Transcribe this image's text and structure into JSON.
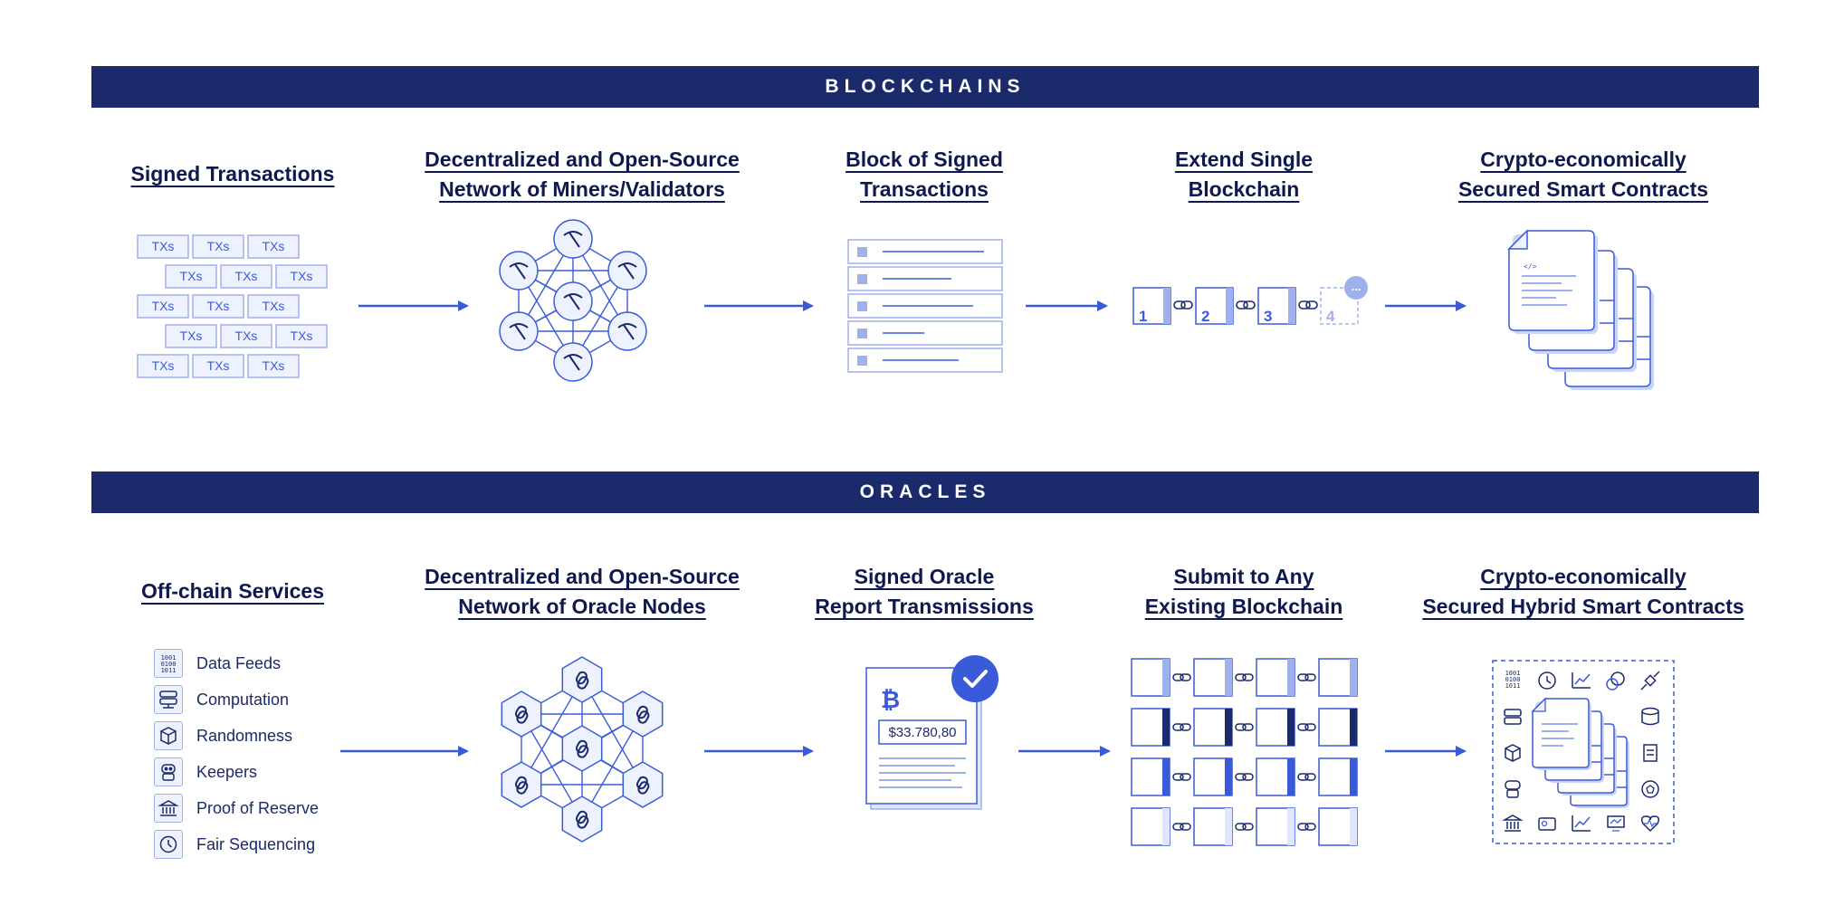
{
  "bands": {
    "blockchains": "BLOCKCHAINS",
    "oracles": "ORACLES"
  },
  "blockchains": {
    "steps": [
      "Signed Transactions",
      "Decentralized and Open-Source\nNetwork of Miners/Validators",
      "Block of Signed\nTransactions",
      "Extend Single\nBlockchain",
      "Crypto-economically\nSecured Smart Contracts"
    ],
    "tx_label": "TXs",
    "chain_blocks": [
      "1",
      "2",
      "3",
      "4"
    ],
    "pending_badge": "..."
  },
  "oracles": {
    "steps": [
      "Off-chain Services",
      "Decentralized and Open-Source\nNetwork of Oracle Nodes",
      "Signed Oracle\nReport Transmissions",
      "Submit to Any\nExisting Blockchain",
      "Crypto-economically\nSecured Hybrid Smart Contracts"
    ],
    "services": [
      {
        "label": "Data Feeds",
        "icon": "binary-icon"
      },
      {
        "label": "Computation",
        "icon": "server-icon"
      },
      {
        "label": "Randomness",
        "icon": "cube-icon"
      },
      {
        "label": "Keepers",
        "icon": "robot-icon"
      },
      {
        "label": "Proof of Reserve",
        "icon": "bank-icon"
      },
      {
        "label": "Fair Sequencing",
        "icon": "clock-icon"
      }
    ],
    "report_price": "$33.780,80",
    "binary_text": [
      "1001",
      "0100",
      "1011"
    ]
  },
  "colors": {
    "navy": "#1a2a6b",
    "blue": "#3a5bd9",
    "light_blue": "#9fb1ec",
    "pale_blue": "#eef2ff"
  }
}
